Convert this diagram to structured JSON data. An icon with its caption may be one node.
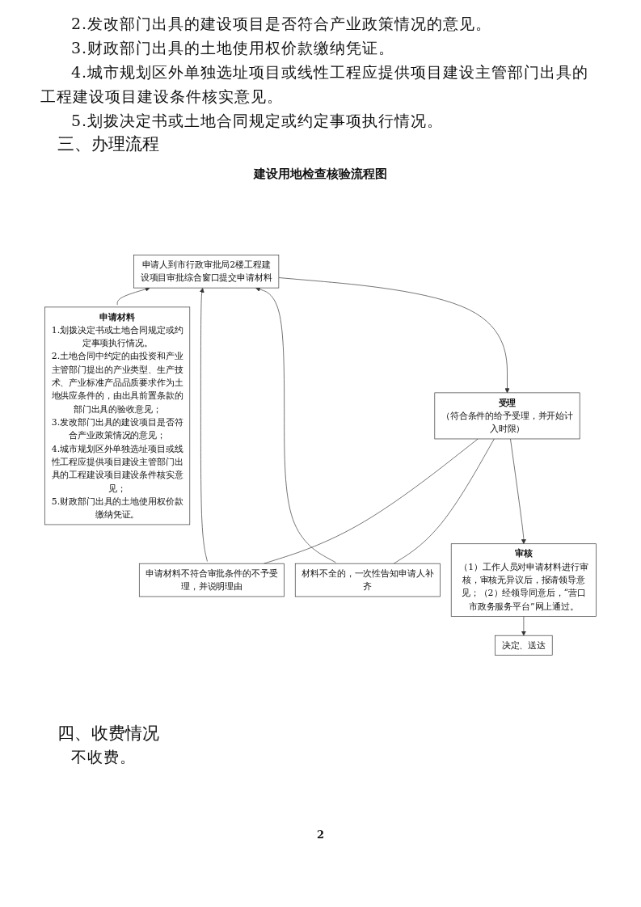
{
  "diagram": {
    "title": "建设用地检查核验流程图",
    "nodes": [
      {
        "text": [
          "申请材料",
          "1.划拨决定书或土地合同规定或约定事项执行情况。",
          "2.土地合同中约定的由投资和产业主管部门提出的产业类型、生产技术、产业标准产品品质要求作为土地供应条件的，由出具前置条款的部门出具的验收意见；",
          "3.发改部门出具的建设项目是否符合产业政策情况的意见；",
          "4.城市规划区外单独选址项目或线性工程应提供项目建设主管部门出具的工程建设项目建设条件核实意见；",
          "5.财政部门出具的土地使用权价款缴纳凭证。"
        ]
      },
      {
        "text": [
          "申请人到市行政审批局2楼工程建设项目审批综合窗口提交申请材料"
        ]
      },
      {
        "text": [
          "申请材料不符合审批条件的不予受理，并说明理由"
        ]
      },
      {
        "text": [
          "受理",
          "（符合条件的给予受理，并开始计入时限）"
        ]
      },
      {
        "text": [
          "材料不全的，一次性告知申请人补齐"
        ]
      },
      {
        "text": [
          "审核",
          "（1）工作人员对申请材料进行审核，审核无异议后，报请领导意见；（2）经领导同意后，“营口市政务服务平台”网上通过。"
        ]
      },
      {
        "text": [
          "决定、送达"
        ]
      }
    ],
    "edges": [
      {
        "from": 0,
        "to": 1,
        "arrow": "to"
      },
      {
        "from": 3,
        "to": 2,
        "arrow": "none"
      },
      {
        "from": 2,
        "to": 1,
        "arrow": "to"
      },
      {
        "from": 3,
        "to": 4,
        "arrow": "none"
      },
      {
        "from": 4,
        "to": 1,
        "arrow": "to"
      },
      {
        "from": 1,
        "to": 3,
        "arrow": "to"
      },
      {
        "from": 3,
        "to": 5,
        "arrow": "to"
      },
      {
        "from": 5,
        "to": 6,
        "arrow": "to"
      }
    ],
    "labels": [
      "2.发改部门出具的建设项目是否符合产业政策情况的意见。",
      "3.财政部门出具的土地使用权价款缴纳凭证。",
      "4.城市规划区外单独选址项目或线性工程应提供项目建设主管部门出具的工程建设项目建设条件核实意见。",
      "5.划拨决定书或土地合同规定或约定事项执行情况。",
      "三、办理流程",
      "四、收费情况",
      "不收费。",
      "2"
    ]
  }
}
